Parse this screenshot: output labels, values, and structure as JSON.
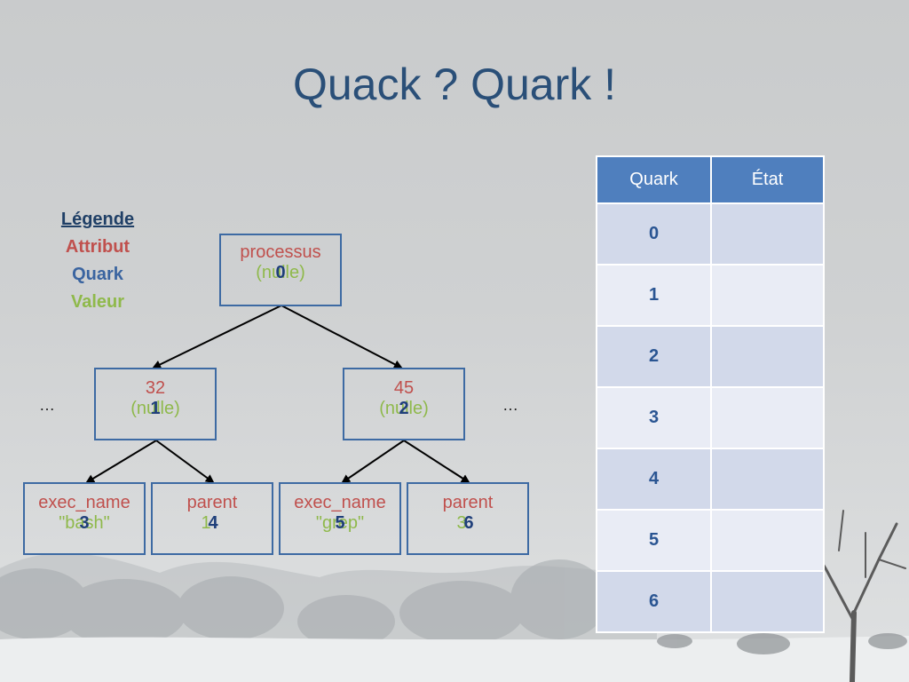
{
  "slide": {
    "title": "Quack ? Quark !"
  },
  "legend": {
    "title": "Légende",
    "attribute": "Attribut",
    "quark": "Quark",
    "value": "Valeur"
  },
  "colors": {
    "title": "#2a4f78",
    "attribute": "#c0504d",
    "quark": "#1f3f7a",
    "value": "#8fb94b",
    "node_border": "#3d6aa3",
    "table_header": "#4f7fbe"
  },
  "tree": {
    "root": {
      "attribute": "processus",
      "value": "(nulle)",
      "quark": "0"
    },
    "left": {
      "attribute": "32",
      "value": "(nulle)",
      "quark": "1"
    },
    "right": {
      "attribute": "45",
      "value": "(nulle)",
      "quark": "2"
    },
    "left_child_1": {
      "attribute": "exec_name",
      "value": "\"bash\"",
      "quark": "3"
    },
    "left_child_2": {
      "attribute": "parent",
      "value": "1",
      "quark": "4"
    },
    "right_child_1": {
      "attribute": "exec_name",
      "value": "\"grep\"",
      "quark": "5"
    },
    "right_child_2": {
      "attribute": "parent",
      "value": "3",
      "quark": "6"
    },
    "ellipsis_left": "…",
    "ellipsis_right": "…"
  },
  "table": {
    "headers": [
      "Quark",
      "État"
    ],
    "rows": [
      {
        "quark": "0",
        "state": ""
      },
      {
        "quark": "1",
        "state": ""
      },
      {
        "quark": "2",
        "state": ""
      },
      {
        "quark": "3",
        "state": ""
      },
      {
        "quark": "4",
        "state": ""
      },
      {
        "quark": "5",
        "state": ""
      },
      {
        "quark": "6",
        "state": ""
      }
    ]
  }
}
